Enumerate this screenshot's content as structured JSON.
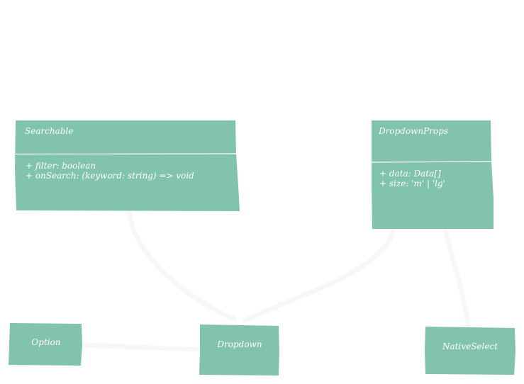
{
  "diagram": {
    "colors": {
      "node_fill": "#82c3ab",
      "node_text": "#ffffff",
      "edge": "#f7f7f7",
      "background": "#ffffff"
    },
    "classes": {
      "searchable": {
        "name": "Searchable",
        "members": [
          "+ filter: boolean",
          "+ onSearch: (keyword: string) => void"
        ]
      },
      "dropdown_props": {
        "name": "DropdownProps",
        "members": [
          "+ data: Data[]",
          "+ size: 'm' | 'lg'"
        ]
      }
    },
    "nodes": {
      "option": {
        "name": "Option"
      },
      "dropdown": {
        "name": "Dropdown"
      },
      "native_select": {
        "name": "NativeSelect"
      }
    }
  }
}
